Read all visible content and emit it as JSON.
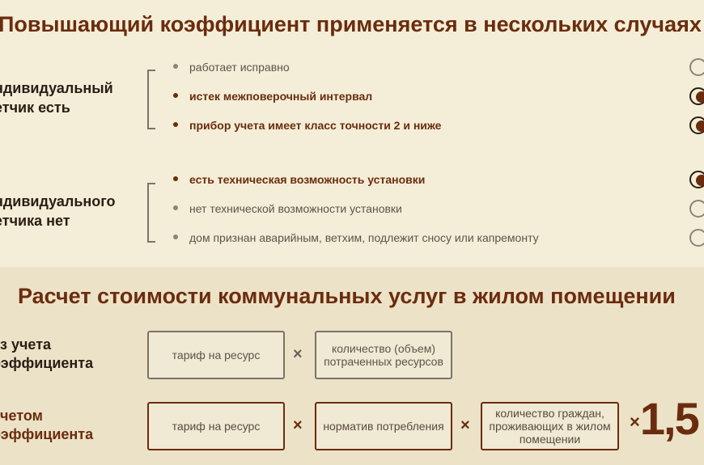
{
  "section1": {
    "title": "Повышающий коэффициент применяется в нескольких случаях",
    "groups": [
      {
        "label_lines": [
          "ндивидуальный",
          "етчик есть"
        ],
        "items": [
          {
            "text": "работает исправно",
            "active": false
          },
          {
            "text": "истек межповерочный интервал",
            "active": true
          },
          {
            "text": "прибор учета имеет класс точности 2 и ниже",
            "active": true
          }
        ]
      },
      {
        "label_lines": [
          "ндивидуального",
          "етчика нет"
        ],
        "items": [
          {
            "text": "есть техническая возможность установки",
            "active": true
          },
          {
            "text": "нет технической возможности установки",
            "active": false
          },
          {
            "text": "дом признан аварийным, ветхим, подлежит сносу или капремонту",
            "active": false
          }
        ]
      }
    ]
  },
  "section2": {
    "title": "Расчет стоимости коммунальных услуг в жилом помещении",
    "rows": [
      {
        "label_lines": [
          "ез учета",
          "оэффициента"
        ],
        "boxes": [
          "тариф на ресурс",
          "количество (объем) потраченных ресурсов"
        ],
        "operator": "×"
      },
      {
        "label_lines": [
          "учетом",
          "оэффициента"
        ],
        "boxes": [
          "тариф на ресурс",
          "норматив потребления",
          "количество граждан, проживающих в жилом помещении"
        ],
        "operator": "×",
        "multiplier": "1,5"
      }
    ]
  },
  "colors": {
    "accent": "#6b2c0e",
    "muted": "#7a7468",
    "background_top": "#f4eed8",
    "background_bottom": "#ece2c7"
  }
}
